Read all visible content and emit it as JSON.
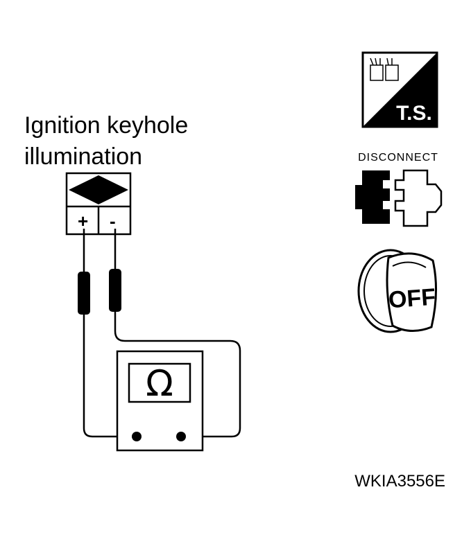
{
  "component": {
    "title_line1": "Ignition keyhole",
    "title_line2": "illumination",
    "pin_positive": "+",
    "pin_negative": "-"
  },
  "meter": {
    "symbol": "Ω",
    "mode": "ohmmeter"
  },
  "icons": {
    "test_symbol_label": "T.S.",
    "disconnect_label": "DISCONNECT",
    "ignition_label": "OFF"
  },
  "figure_code": "WKIA3556E"
}
